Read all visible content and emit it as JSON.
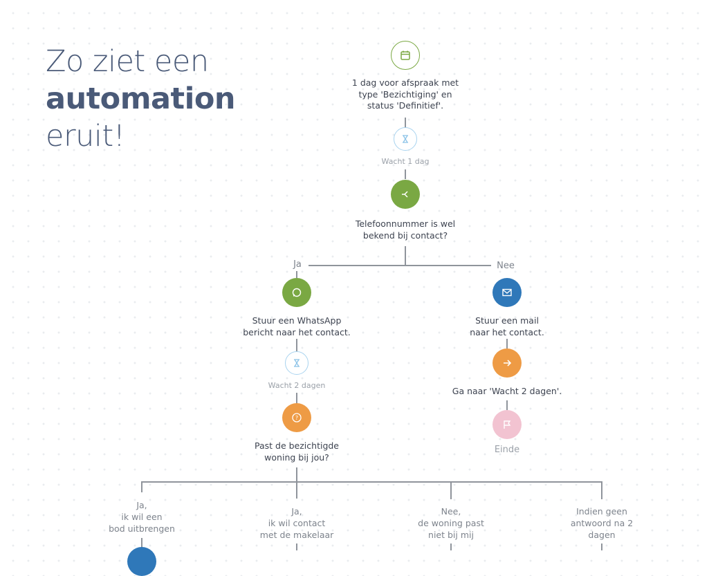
{
  "title": {
    "line1": "Zo ziet een",
    "line2": "automation",
    "line3": "eruit!"
  },
  "colors": {
    "green": "#7aa843",
    "blue": "#2f78b9",
    "orange": "#ee9b45",
    "pink": "#f2c3d1",
    "lightblue": "#a8d3ef"
  },
  "nodes": {
    "trigger": {
      "icon": "calendar-icon",
      "text": [
        "1 dag voor afspraak met",
        "type 'Bezichtiging' en",
        "status 'Definitief'."
      ]
    },
    "wait1": {
      "icon": "hourglass-icon",
      "text": "Wacht 1 dag"
    },
    "condition": {
      "icon": "split-icon",
      "text": [
        "Telefoonnummer is wel",
        "bekend bij contact?"
      ]
    },
    "branch_yes": "Ja",
    "branch_no": "Nee",
    "whatsapp": {
      "icon": "whatsapp-icon",
      "text": [
        "Stuur een WhatsApp",
        "bericht naar het contact."
      ]
    },
    "mail": {
      "icon": "mail-icon",
      "text": [
        "Stuur een mail",
        "naar het contact."
      ]
    },
    "wait2": {
      "icon": "hourglass-icon",
      "text": "Wacht 2 dagen"
    },
    "goto": {
      "icon": "arrow-right-icon",
      "text": "Ga naar 'Wacht 2 dagen'."
    },
    "question": {
      "icon": "question-icon",
      "text": [
        "Past de bezichtigde",
        "woning bij jou?"
      ]
    },
    "end": {
      "icon": "flag-icon",
      "text": "Einde"
    }
  },
  "answers": [
    [
      "Ja,",
      "ik wil een",
      "bod uitbrengen"
    ],
    [
      "Ja,",
      "ik wil contact",
      "met de makelaar"
    ],
    [
      "Nee,",
      "de woning past",
      "niet bij mij"
    ],
    [
      "Indien geen",
      "antwoord na 2",
      "dagen"
    ]
  ]
}
